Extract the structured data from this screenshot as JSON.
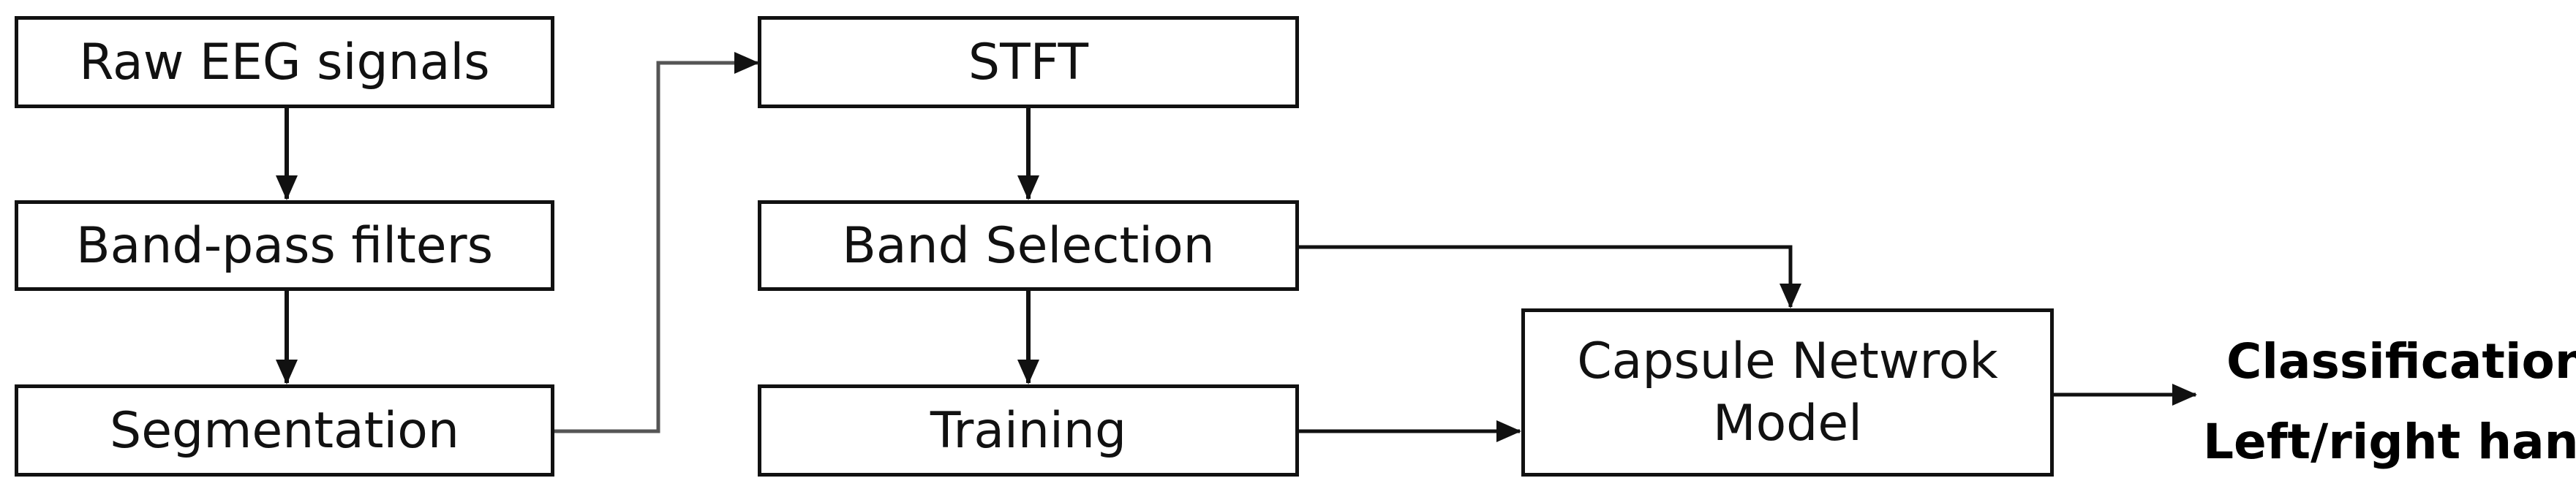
{
  "nodes": {
    "raw_eeg": "Raw EEG signals",
    "bandpass": "Band-pass filters",
    "segmentation": "Segmentation",
    "stft": "STFT",
    "band_selection": "Band Selection",
    "training": "Training",
    "capsule_line1": "Capsule Netwrok",
    "capsule_line2": "Model"
  },
  "output": {
    "line1": "Classification",
    "line2": "Left/right hand"
  }
}
